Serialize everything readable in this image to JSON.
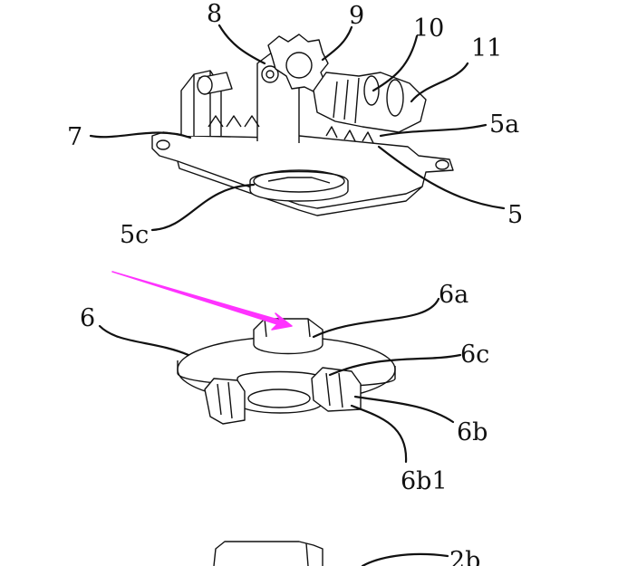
{
  "labels": {
    "l8": "8",
    "l9": "9",
    "l10": "10",
    "l11": "11",
    "l7": "7",
    "l5a": "5a",
    "l5": "5",
    "l5c": "5c",
    "l6": "6",
    "l6a": "6a",
    "l6c": "6c",
    "l6b": "6b",
    "l6b1": "6b1",
    "l2b": "2b"
  },
  "colors": {
    "line": "#111111",
    "pointer_arrow": "#ff33ff",
    "background": "#ffffff"
  }
}
